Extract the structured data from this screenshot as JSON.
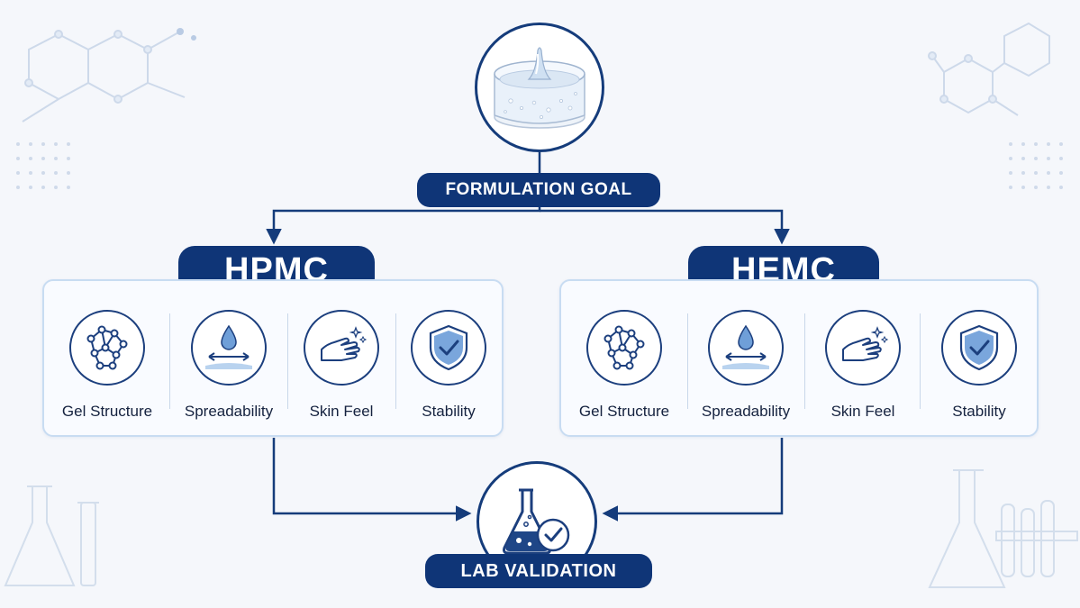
{
  "goal": {
    "label": "FORMULATION GOAL"
  },
  "validation": {
    "label": "LAB VALIDATION"
  },
  "branches": [
    {
      "name": "HPMC",
      "features": [
        "Gel Structure",
        "Spreadability",
        "Skin Feel",
        "Stability"
      ]
    },
    {
      "name": "HEMC",
      "features": [
        "Gel Structure",
        "Spreadability",
        "Skin Feel",
        "Stability"
      ]
    }
  ],
  "colors": {
    "navy": "#0f3577",
    "accent_blue": "#4f8bd0",
    "light_blue": "#c8dcf2",
    "background": "#f5f7fb"
  },
  "icons": {
    "goal": "gel-dish-icon",
    "validation": "flask-check-icon",
    "features": [
      "molecule-network-icon",
      "droplet-spread-icon",
      "hand-icon",
      "shield-check-icon"
    ]
  }
}
